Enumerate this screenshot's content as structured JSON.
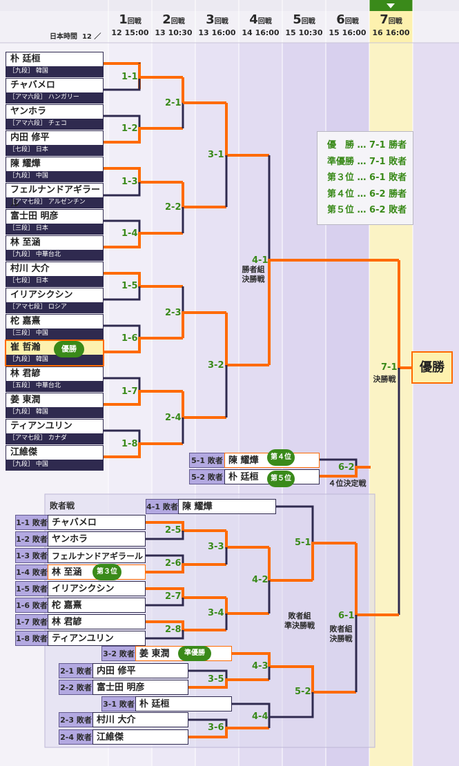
{
  "header": {
    "timezone_label": "日本時間",
    "timezone_month": "12 ／",
    "round_suffix": "回戦",
    "rounds": [
      {
        "num": "1",
        "date": "12",
        "time": "15:00"
      },
      {
        "num": "2",
        "date": "13",
        "time": "10:30"
      },
      {
        "num": "3",
        "date": "13",
        "time": "16:00"
      },
      {
        "num": "4",
        "date": "14",
        "time": "16:00"
      },
      {
        "num": "5",
        "date": "15",
        "time": "10:30"
      },
      {
        "num": "6",
        "date": "15",
        "time": "16:00"
      },
      {
        "num": "7",
        "date": "16",
        "time": "16:00"
      }
    ]
  },
  "players": [
    {
      "name": "朴 廷桓",
      "info": "［九段］ 韓国"
    },
    {
      "name": "チャバメロ",
      "info": "［アマ六段］ ハンガリー"
    },
    {
      "name": "ヤンホラ",
      "info": "［アマ六段］ チェコ"
    },
    {
      "name": "内田 修平",
      "info": "［七段］ 日本"
    },
    {
      "name": "陳 耀燁",
      "info": "［九段］ 中国"
    },
    {
      "name": "フェルナンドアギラール",
      "info": "［アマ七段］ アルゼンチン"
    },
    {
      "name": "富士田 明彦",
      "info": "［三段］ 日本"
    },
    {
      "name": "林 至涵",
      "info": "［九段］ 中華台北"
    },
    {
      "name": "村川 大介",
      "info": "［七段］ 日本"
    },
    {
      "name": "イリアシクシン",
      "info": "［アマ七段］ ロシア"
    },
    {
      "name": "柁 嘉熹",
      "info": "［三段］ 中国"
    },
    {
      "name": "崔 哲瀚",
      "info": "［九段］ 韓国"
    },
    {
      "name": "林 君諺",
      "info": "［五段］ 中華台北"
    },
    {
      "name": "姜 東潤",
      "info": "［九段］ 韓国"
    },
    {
      "name": "ティアンユリン",
      "info": "［アマ七段］ カナダ"
    },
    {
      "name": "江維傑",
      "info": "［九段］ 中国"
    }
  ],
  "champion_badge": "優勝",
  "winner_label": "優勝",
  "match_labels": {
    "m1_1": "1-1",
    "m1_2": "1-2",
    "m1_3": "1-3",
    "m1_4": "1-4",
    "m1_5": "1-5",
    "m1_6": "1-6",
    "m1_7": "1-7",
    "m1_8": "1-8",
    "m2_1": "2-1",
    "m2_2": "2-2",
    "m2_3": "2-3",
    "m2_4": "2-4",
    "m3_1": "3-1",
    "m3_2": "3-2",
    "m4_1": "4-1",
    "m7_1": "7-1",
    "m6_2": "6-2",
    "m2_5": "2-5",
    "m2_6": "2-6",
    "m2_7": "2-7",
    "m2_8": "2-8",
    "m3_3": "3-3",
    "m3_4": "3-4",
    "m3_5": "3-5",
    "m3_6": "3-6",
    "m4_2": "4-2",
    "m4_3": "4-3",
    "m4_4": "4-4",
    "m5_1": "5-1",
    "m5_2": "5-2",
    "m6_1": "6-1"
  },
  "notes": {
    "winners_final_1": "勝者組",
    "winners_final_2": "決勝戦",
    "final": "決勝戦",
    "fourth_place_match": "４位決定戦",
    "losers_semi_1": "敗者組",
    "losers_semi_2": "準決勝戦",
    "losers_final_1": "敗者組",
    "losers_final_2": "決勝戦"
  },
  "legend": [
    "優　勝 … 7-1 勝者",
    "準優勝 … 7-1 敗者",
    "第３位 … 6-1 敗者",
    "第４位 … 6-2 勝者",
    "第５位 … 6-2 敗者"
  ],
  "place_match": {
    "rows": [
      {
        "tag": "5-1 敗者",
        "name": "陳 耀燁",
        "badge": "第４位"
      },
      {
        "tag": "5-2 敗者",
        "name": "朴 廷桓",
        "badge": "第５位"
      }
    ]
  },
  "losers": {
    "title": "敗者戦",
    "rows": [
      {
        "tag": "4-1 敗者",
        "name": "陳 耀燁"
      },
      {
        "tag": "1-1 敗者",
        "name": "チャバメロ"
      },
      {
        "tag": "1-2 敗者",
        "name": "ヤンホラ"
      },
      {
        "tag": "1-3 敗者",
        "name": "フェルナンドアギラール"
      },
      {
        "tag": "1-4 敗者",
        "name": "林 至涵",
        "badge": "第３位"
      },
      {
        "tag": "1-5 敗者",
        "name": "イリアシクシン"
      },
      {
        "tag": "1-6 敗者",
        "name": "柁 嘉熹"
      },
      {
        "tag": "1-7 敗者",
        "name": "林 君諺"
      },
      {
        "tag": "1-8 敗者",
        "name": "ティアンユリン"
      },
      {
        "tag": "3-2 敗者",
        "name": "姜 東潤",
        "badge": "準優勝"
      },
      {
        "tag": "2-1 敗者",
        "name": "内田 修平"
      },
      {
        "tag": "2-2 敗者",
        "name": "富士田 明彦"
      },
      {
        "tag": "3-1 敗者",
        "name": "朴 廷桓"
      },
      {
        "tag": "2-3 敗者",
        "name": "村川 大介"
      },
      {
        "tag": "2-4 敗者",
        "name": "江維傑"
      }
    ]
  },
  "colors": {
    "win_path": "#ff6a00",
    "line": "#2f2a4f",
    "match_label": "#3a8a1a",
    "highlight_column": "#fdf6c8"
  }
}
